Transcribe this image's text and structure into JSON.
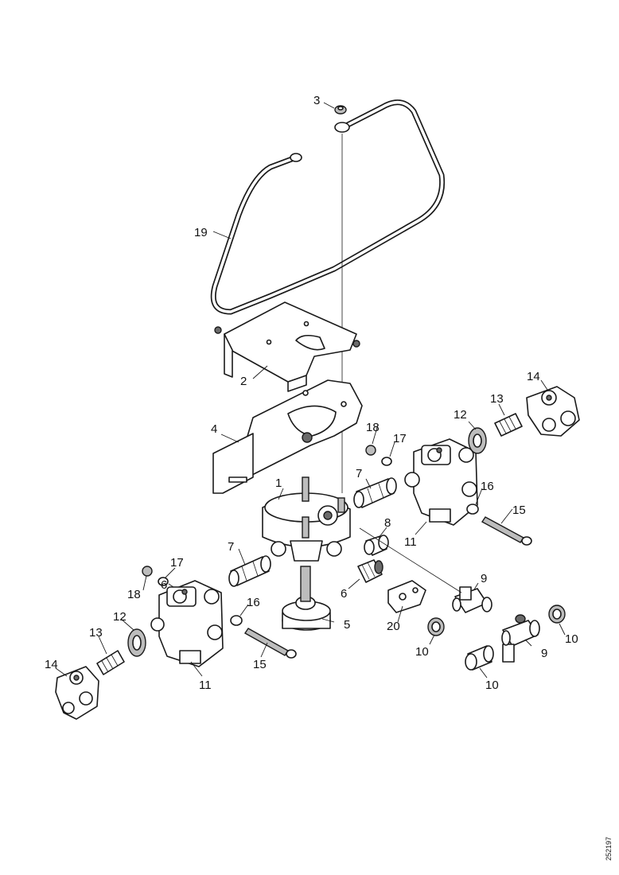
{
  "callouts": {
    "c1": "1",
    "c2": "2",
    "c3": "3",
    "c4": "4",
    "c5": "5",
    "c6a": "6",
    "c6b": "6",
    "c7a": "7",
    "c7b": "7",
    "c8": "8",
    "c9a": "9",
    "c9b": "9",
    "c10a": "10",
    "c10b": "10",
    "c10c": "10",
    "c11a": "11",
    "c11b": "11",
    "c12a": "12",
    "c12b": "12",
    "c13a": "13",
    "c13b": "13",
    "c14a": "14",
    "c14b": "14",
    "c15a": "15",
    "c15b": "15",
    "c16a": "16",
    "c16b": "16",
    "c17a": "17",
    "c17b": "17",
    "c18a": "18",
    "c18b": "18",
    "c19": "19",
    "c20": "20"
  },
  "reference_code": "252197"
}
